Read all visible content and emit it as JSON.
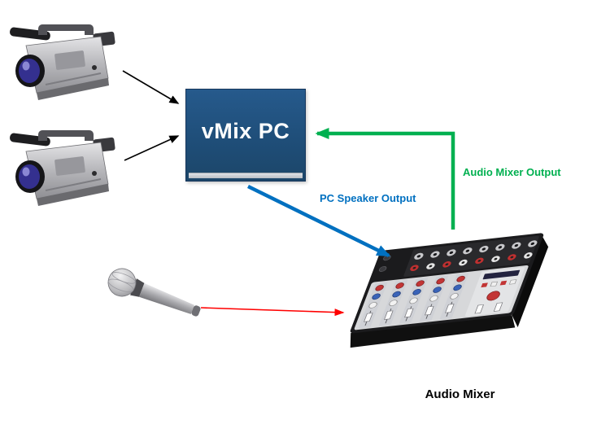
{
  "diagram": {
    "background": "#ffffff",
    "vmix_pc": {
      "label": "vMix PC",
      "fill": "#1f4e79",
      "text_color": "#ffffff"
    },
    "arrows": {
      "camera1_to_pc": {
        "color": "#000000"
      },
      "camera2_to_pc": {
        "color": "#000000"
      },
      "mic_to_mixer": {
        "color": "#ff0000"
      },
      "pc_to_mixer": {
        "color": "#0070c0",
        "label": "PC Speaker Output"
      },
      "mixer_to_pc": {
        "color": "#00b050",
        "label": "Audio Mixer Output"
      }
    },
    "captions": {
      "audio_mixer": "Audio Mixer"
    },
    "icons": {
      "camera1": "video-camera-icon",
      "camera2": "video-camera-icon",
      "microphone": "microphone-icon",
      "mixer": "audio-mixer-icon"
    }
  }
}
